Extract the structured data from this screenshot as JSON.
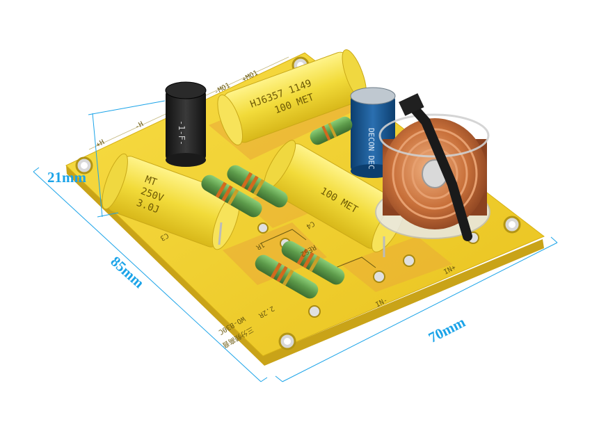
{
  "dimensions": {
    "height": "21mm",
    "length": "85mm",
    "width": "70mm"
  },
  "silkscreen": {
    "top_left_1": "+H",
    "top_left_2": "-H",
    "top_mid_1": "-MO1",
    "top_mid_2": "+MO1",
    "resistor_1": "1R",
    "resistor_2": "2.2R",
    "res2": "RES2",
    "c4": "C4",
    "c3": "C3",
    "in_minus": "IN-",
    "in_plus": "IN+",
    "model": "WO-B30C",
    "model_sub": "三分频高音"
  },
  "components": {
    "cap_left": [
      "MT",
      "250V",
      "3.0J"
    ],
    "cap_left_print": [
      "MT",
      "250V"
    ],
    "cap_top": "HJ6357 1149",
    "cap_top_2": "100 MET",
    "cap_right": "100 MET",
    "electrolytic": "DECON DEC",
    "inductor_small": "-1-F-"
  },
  "colors": {
    "pcb": "#f2d22e",
    "pcb_edge": "#d6b015",
    "copper_pad": "#e8a030",
    "cap_yellow": "#f5e04a",
    "coil_copper": "#c8703a",
    "dim_line": "#1aa3e8",
    "resistor_green": "#5c9a4a"
  }
}
